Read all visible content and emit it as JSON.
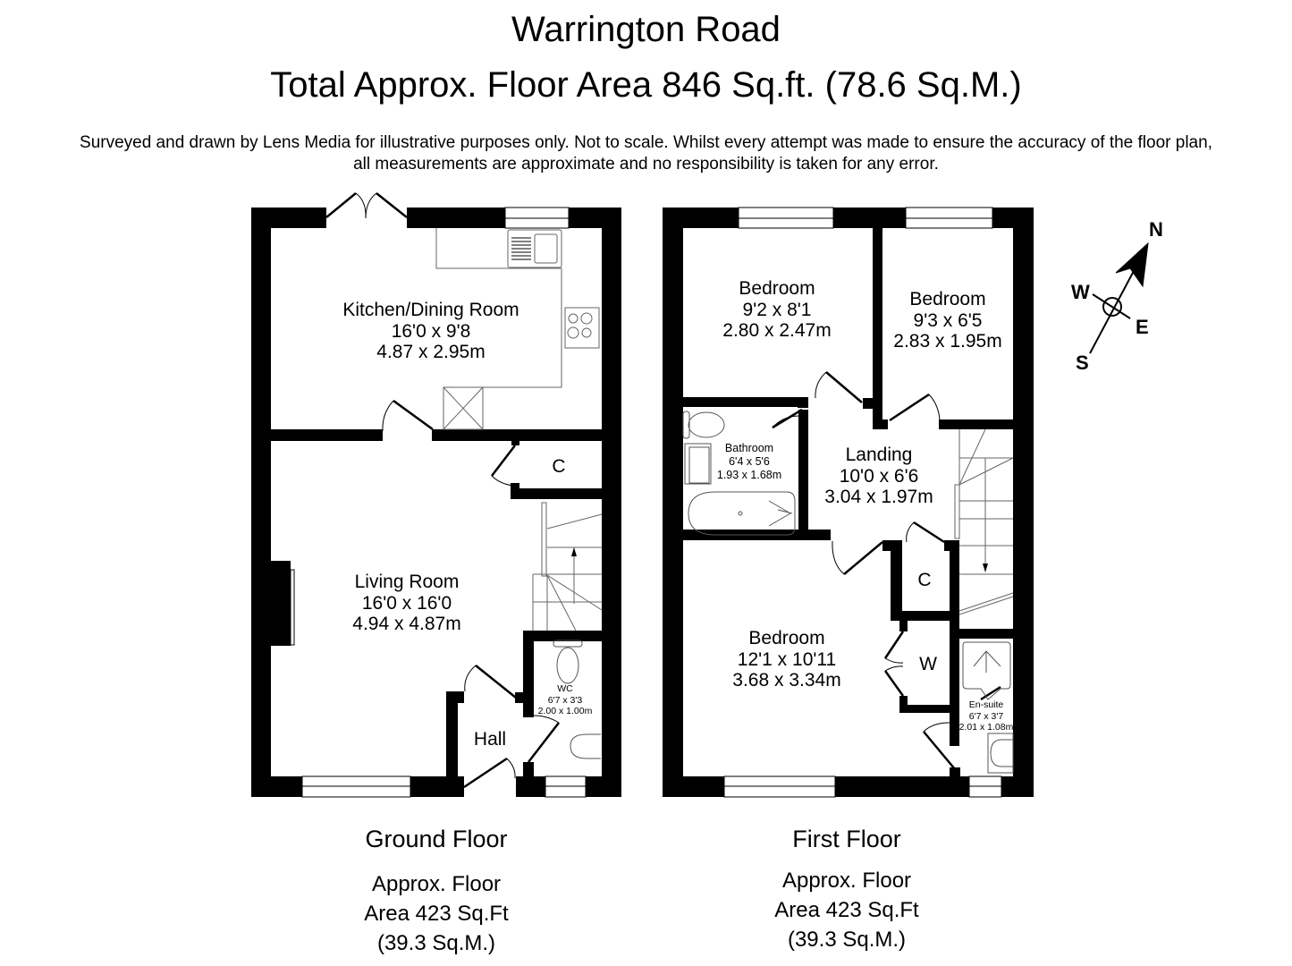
{
  "header": {
    "title": "Warrington Road",
    "total_area": "Total Approx. Floor Area 846 Sq.ft. (78.6 Sq.M.)",
    "disclaimer_line1": "Surveyed and drawn by Lens Media for illustrative purposes only. Not to scale. Whilst every attempt was made to ensure the accuracy of the floor plan,",
    "disclaimer_line2": "all measurements are approximate and no responsibility is taken for any error."
  },
  "ground_floor": {
    "name": "Ground Floor",
    "area_line1": "Approx. Floor",
    "area_line2": "Area 423 Sq.Ft",
    "area_line3": "(39.3 Sq.M.)",
    "rooms": {
      "kitchen": {
        "name": "Kitchen/Dining Room",
        "imperial": "16'0 x 9'8",
        "metric": "4.87 x 2.95m"
      },
      "living": {
        "name": "Living Room",
        "imperial": "16'0 x 16'0",
        "metric": "4.94 x 4.87m"
      },
      "cupboard": {
        "name": "C"
      },
      "hall": {
        "name": "Hall"
      },
      "wc": {
        "name": "WC",
        "imperial": "6'7 x 3'3",
        "metric": "2.00 x 1.00m"
      }
    }
  },
  "first_floor": {
    "name": "First Floor",
    "area_line1": "Approx. Floor",
    "area_line2": "Area 423 Sq.Ft",
    "area_line3": "(39.3 Sq.M.)",
    "rooms": {
      "bedroom2": {
        "name": "Bedroom",
        "imperial": "9'2 x 8'1",
        "metric": "2.80 x 2.47m"
      },
      "bedroom3": {
        "name": "Bedroom",
        "imperial": "9'3 x 6'5",
        "metric": "2.83 x 1.95m"
      },
      "bathroom": {
        "name": "Bathroom",
        "imperial": "6'4 x 5'6",
        "metric": "1.93 x 1.68m"
      },
      "landing": {
        "name": "Landing",
        "imperial": "10'0 x 6'6",
        "metric": "3.04 x 1.97m"
      },
      "cupboard": {
        "name": "C"
      },
      "wardrobe": {
        "name": "W"
      },
      "bedroom1": {
        "name": "Bedroom",
        "imperial": "12'1 x 10'11",
        "metric": "3.68 x 3.34m"
      },
      "ensuite": {
        "name": "En-suite",
        "imperial": "6'7 x 3'7",
        "metric": "2.01 x 1.08m"
      }
    }
  },
  "compass": {
    "n": "N",
    "s": "S",
    "e": "E",
    "w": "W"
  },
  "colors": {
    "wall": "#000000",
    "background": "#ffffff",
    "fixture_line": "#555555"
  }
}
